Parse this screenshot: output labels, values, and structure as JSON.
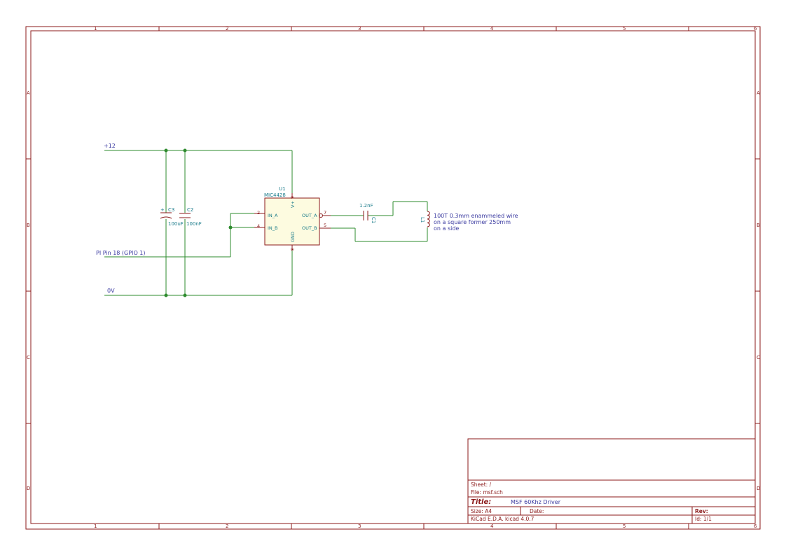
{
  "border": {
    "columns": [
      "1",
      "2",
      "3",
      "4",
      "5",
      "6"
    ],
    "rows": [
      "A",
      "B",
      "C",
      "D"
    ]
  },
  "labels": {
    "vplus": "+12",
    "gnd": "0V",
    "input": "PI Pin 18 (GPIO 1)"
  },
  "components": {
    "u1": {
      "ref": "U1",
      "value": "MIC4428",
      "pins": {
        "in_a_name": "IN_A",
        "in_a_num": "2",
        "in_b_name": "IN_B",
        "in_b_num": "4",
        "out_a_name": "OUT_A",
        "out_a_num": "7",
        "out_b_name": "OUT_B",
        "out_b_num": "5",
        "vplus_name": "V+",
        "vplus_num": "6",
        "gnd_name": "GND",
        "gnd_num": "3"
      }
    },
    "c3": {
      "ref": "C3",
      "value": "100uF",
      "polarity": "+"
    },
    "c2": {
      "ref": "C2",
      "value": "100nF"
    },
    "c1": {
      "ref": "C1",
      "value": "1.2nF"
    },
    "l1": {
      "ref": "L1"
    }
  },
  "note": {
    "line1": "100T 0.3mm enammeled wire",
    "line2": "on a square former 250mm",
    "line3": "on a side"
  },
  "title_block": {
    "sheet_label": "Sheet: /",
    "file_label": "File: msf.sch",
    "title_label": "Title:",
    "title_value": "MSF 60Khz Driver",
    "size_label": "Size: A4",
    "date_label": "Date:",
    "rev_label": "Rev:",
    "tool_label": "KiCad E.D.A.  kicad 4.0.7",
    "id_label": "Id: 1/1"
  },
  "colors": {
    "frame": "#8b1a1a",
    "wire": "#2e8b2e",
    "text_blue": "#3a3aa0",
    "text_cyan": "#1a7b8a",
    "ic_body": "#fdfbe0"
  }
}
